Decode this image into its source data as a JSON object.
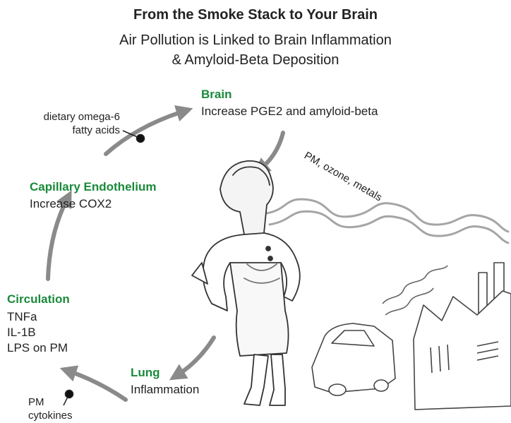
{
  "title": "From the Smoke Stack to Your Brain",
  "subtitle_line1": "Air Pollution is Linked to Brain Inflammation",
  "subtitle_line2": "& Amyloid-Beta Deposition",
  "accent_color": "#1a8a3a",
  "arrow_color": "#8a8a8a",
  "stages": {
    "brain": {
      "heading": "Brain",
      "text": "Increase PGE2 and amyloid-beta"
    },
    "capillary": {
      "heading": "Capillary Endothelium",
      "text": "Increase COX2"
    },
    "circulation": {
      "heading": "Circulation",
      "items": [
        "TNFa",
        "IL-1B",
        "LPS on PM"
      ]
    },
    "lung": {
      "heading": "Lung",
      "text": "Inflammation"
    }
  },
  "inputs": {
    "dietary": [
      "dietary omega-6",
      "fatty acids"
    ],
    "pm": [
      "PM",
      "cytokines"
    ]
  },
  "pollutants_label": "PM, ozone, metals"
}
